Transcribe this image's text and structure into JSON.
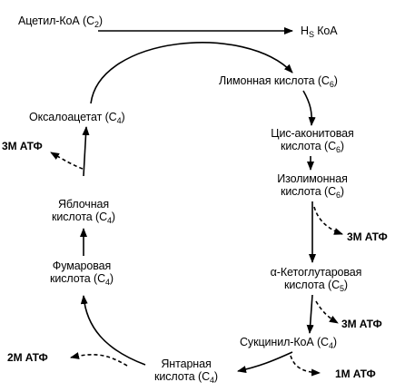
{
  "nodes": {
    "acetyl_coa": {
      "text": "Ацетил-КоА (C",
      "sub": "2",
      "tail": ")"
    },
    "hs_coa": {
      "pre": "H",
      "sub": "S",
      "text": " КоА"
    },
    "citric_acid": {
      "text": "Лимонная кислота (C",
      "sub": "6",
      "tail": ")"
    },
    "cis_aconitic": {
      "line1": "Цис-аконитовая",
      "line2": "кислота (C",
      "sub": "6",
      "tail": ")"
    },
    "isocitric": {
      "line1": "Изолимонная",
      "line2": "кислота (C",
      "sub": "6",
      "tail": ")"
    },
    "alpha_ketoglutaric": {
      "line1": "α-Кетоглутаровая",
      "line2": "кислота (C",
      "sub": "5",
      "tail": ")"
    },
    "succinyl_coa": {
      "text": "Сукцинил-КоА (C",
      "sub": "4",
      "tail": ")"
    },
    "succinic": {
      "line1": "Янтарная",
      "line2": "кислота (C",
      "sub": "4",
      "tail": ")"
    },
    "fumaric": {
      "line1": "Фумаровая",
      "line2": "кислота (C",
      "sub": "4",
      "tail": ")"
    },
    "malic": {
      "line1": "Яблочная",
      "line2": "кислота (C",
      "sub": "4",
      "tail": ")"
    },
    "oxaloacetate": {
      "text": "Оксалоацетат (C",
      "sub": "4",
      "tail": ")"
    }
  },
  "atp": {
    "malic": "3М АТФ",
    "isocitric": "3М АТФ",
    "alpha_ketoglutaric": "3М АТФ",
    "succinyl_coa": "1М АТФ",
    "succinic": "2М АТФ"
  }
}
